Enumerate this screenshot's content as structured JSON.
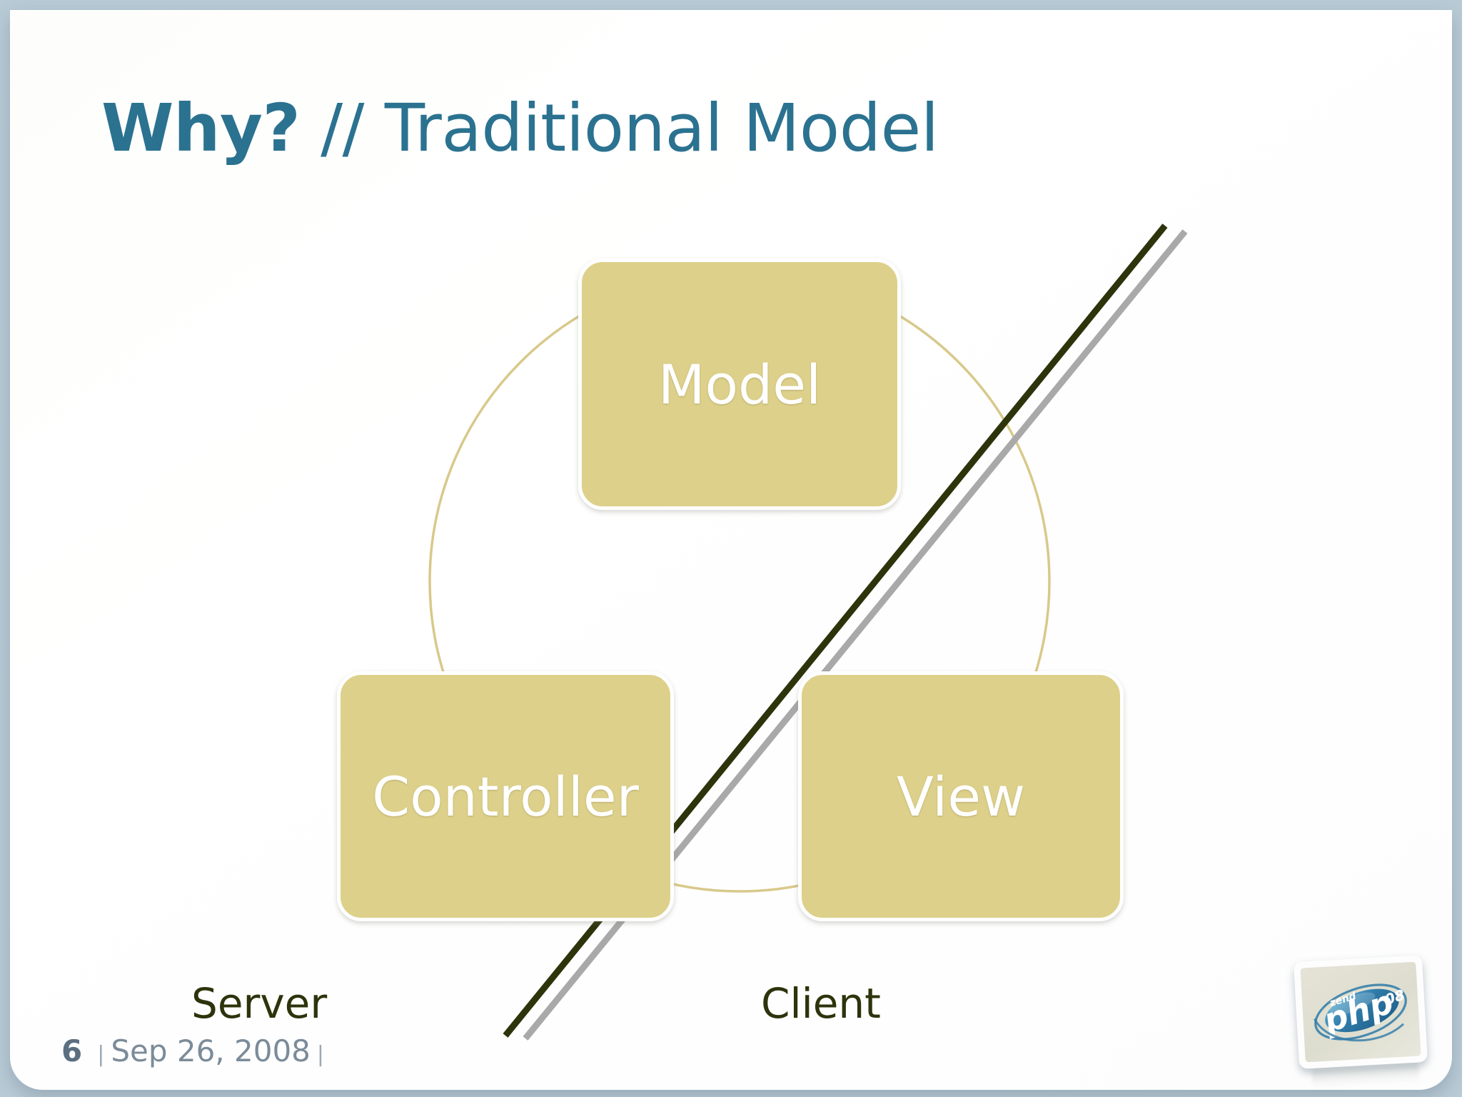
{
  "slide": {
    "title": {
      "emphasis": "Why?",
      "separator": "//",
      "rest": "Traditional Model",
      "color": "#2b7290"
    },
    "diagram": {
      "type": "mvc-cycle",
      "node_fill": "#ddd08a",
      "node_text_color": "#ffffff",
      "cycle_ring_color": "#d8c98b",
      "nodes": [
        {
          "id": "model",
          "label": "Model"
        },
        {
          "id": "controller",
          "label": "Controller"
        },
        {
          "id": "view",
          "label": "View"
        }
      ],
      "divider": {
        "name": "server-client-divider",
        "dark_line_color": "#2d330b",
        "gray_line_color": "#a9a9a9"
      },
      "zones": [
        {
          "id": "server",
          "label": "Server",
          "color": "#2d330b"
        },
        {
          "id": "client",
          "label": "Client",
          "color": "#2d330b"
        }
      ]
    },
    "footer": {
      "page_number": "6",
      "separator": "|",
      "date": "Sep 26, 2008",
      "trailing_separator": "|",
      "color": "#7b8b99"
    },
    "logo": {
      "name": "zend-php-08-logo",
      "word_top": "zend",
      "word_main": "php",
      "year": "08",
      "ellipse_color": "#2e7aa8",
      "plate_color": "#e5e3d6"
    },
    "chrome": {
      "background_color": "#b9cbd6",
      "slide_color": "#fdfefb"
    }
  }
}
